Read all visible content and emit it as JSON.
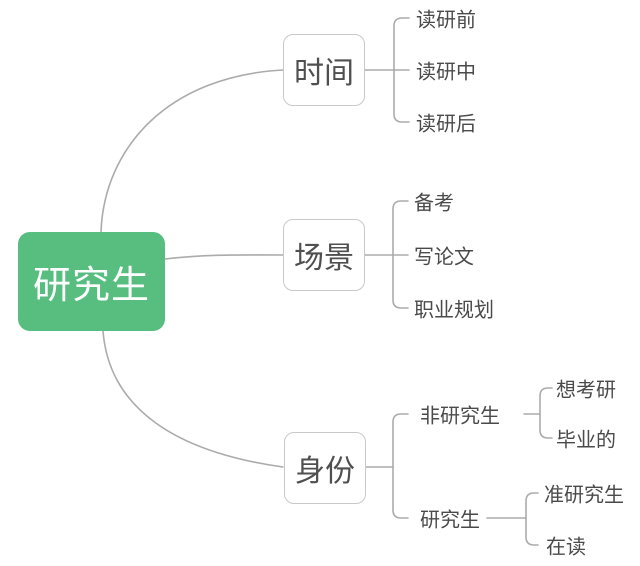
{
  "colors": {
    "root_bg": "#57BE80",
    "root_text": "#FFFFFF",
    "box_border": "#C9C9C9",
    "connector": "#ABABAB",
    "node_text": "#4F4F4F"
  },
  "root": {
    "label": "研究生"
  },
  "branches": [
    {
      "label": "时间",
      "children": [
        {
          "label": "读研前"
        },
        {
          "label": "读研中"
        },
        {
          "label": "读研后"
        }
      ]
    },
    {
      "label": "场景",
      "children": [
        {
          "label": "备考"
        },
        {
          "label": "写论文"
        },
        {
          "label": "职业规划"
        }
      ]
    },
    {
      "label": "身份",
      "children": [
        {
          "label": "非研究生",
          "children": [
            {
              "label": "想考研"
            },
            {
              "label": "毕业的"
            }
          ]
        },
        {
          "label": "研究生",
          "children": [
            {
              "label": "准研究生"
            },
            {
              "label": "在读"
            }
          ]
        }
      ]
    }
  ]
}
